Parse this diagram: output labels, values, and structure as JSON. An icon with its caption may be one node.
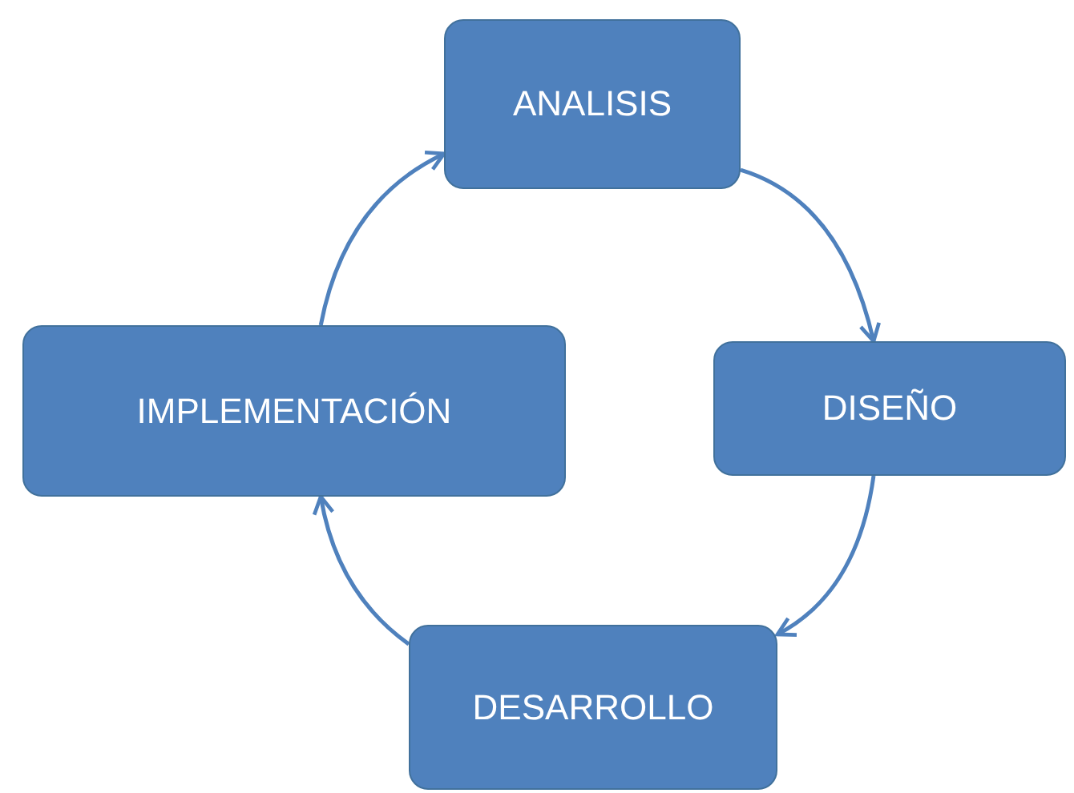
{
  "diagram": {
    "nodes": [
      {
        "text": [
          "ANALISIS"
        ]
      },
      {
        "text": [
          "DISEÑO"
        ]
      },
      {
        "text": [
          "DESARROLLO"
        ]
      },
      {
        "text": [
          "IMPLEMENTACIÓN"
        ]
      }
    ],
    "edges": [
      {
        "from": 0,
        "to": 1,
        "arrow": "to"
      },
      {
        "from": 1,
        "to": 2,
        "arrow": "to"
      },
      {
        "from": 2,
        "to": 3,
        "arrow": "to"
      },
      {
        "from": 3,
        "to": 0,
        "arrow": "to"
      }
    ]
  }
}
